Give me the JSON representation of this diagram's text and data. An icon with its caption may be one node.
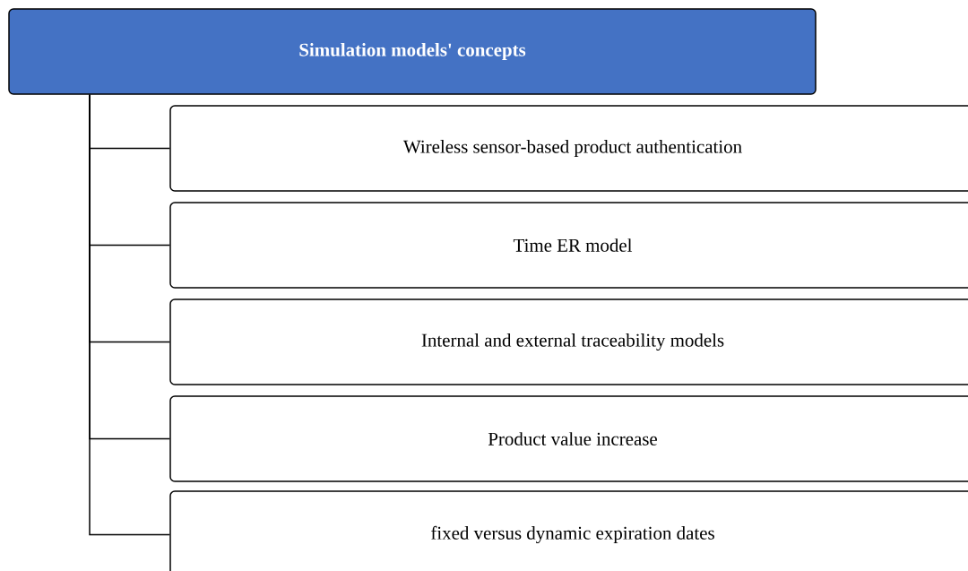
{
  "diagram": {
    "nodes": [
      {
        "text": [
          "Simulation models' concepts"
        ]
      },
      {
        "text": [
          "Wireless sensor-based product authentication"
        ]
      },
      {
        "text": [
          "Time ER model"
        ]
      },
      {
        "text": [
          "Internal and external traceability models"
        ]
      },
      {
        "text": [
          "Product value increase"
        ]
      },
      {
        "text": [
          "fixed versus dynamic expiration dates"
        ]
      }
    ],
    "edges": [
      {
        "from": 0,
        "to": 1,
        "arrow": "none"
      },
      {
        "from": 0,
        "to": 2,
        "arrow": "none"
      },
      {
        "from": 0,
        "to": 3,
        "arrow": "none"
      },
      {
        "from": 0,
        "to": 4,
        "arrow": "none"
      },
      {
        "from": 0,
        "to": 5,
        "arrow": "none"
      }
    ]
  }
}
